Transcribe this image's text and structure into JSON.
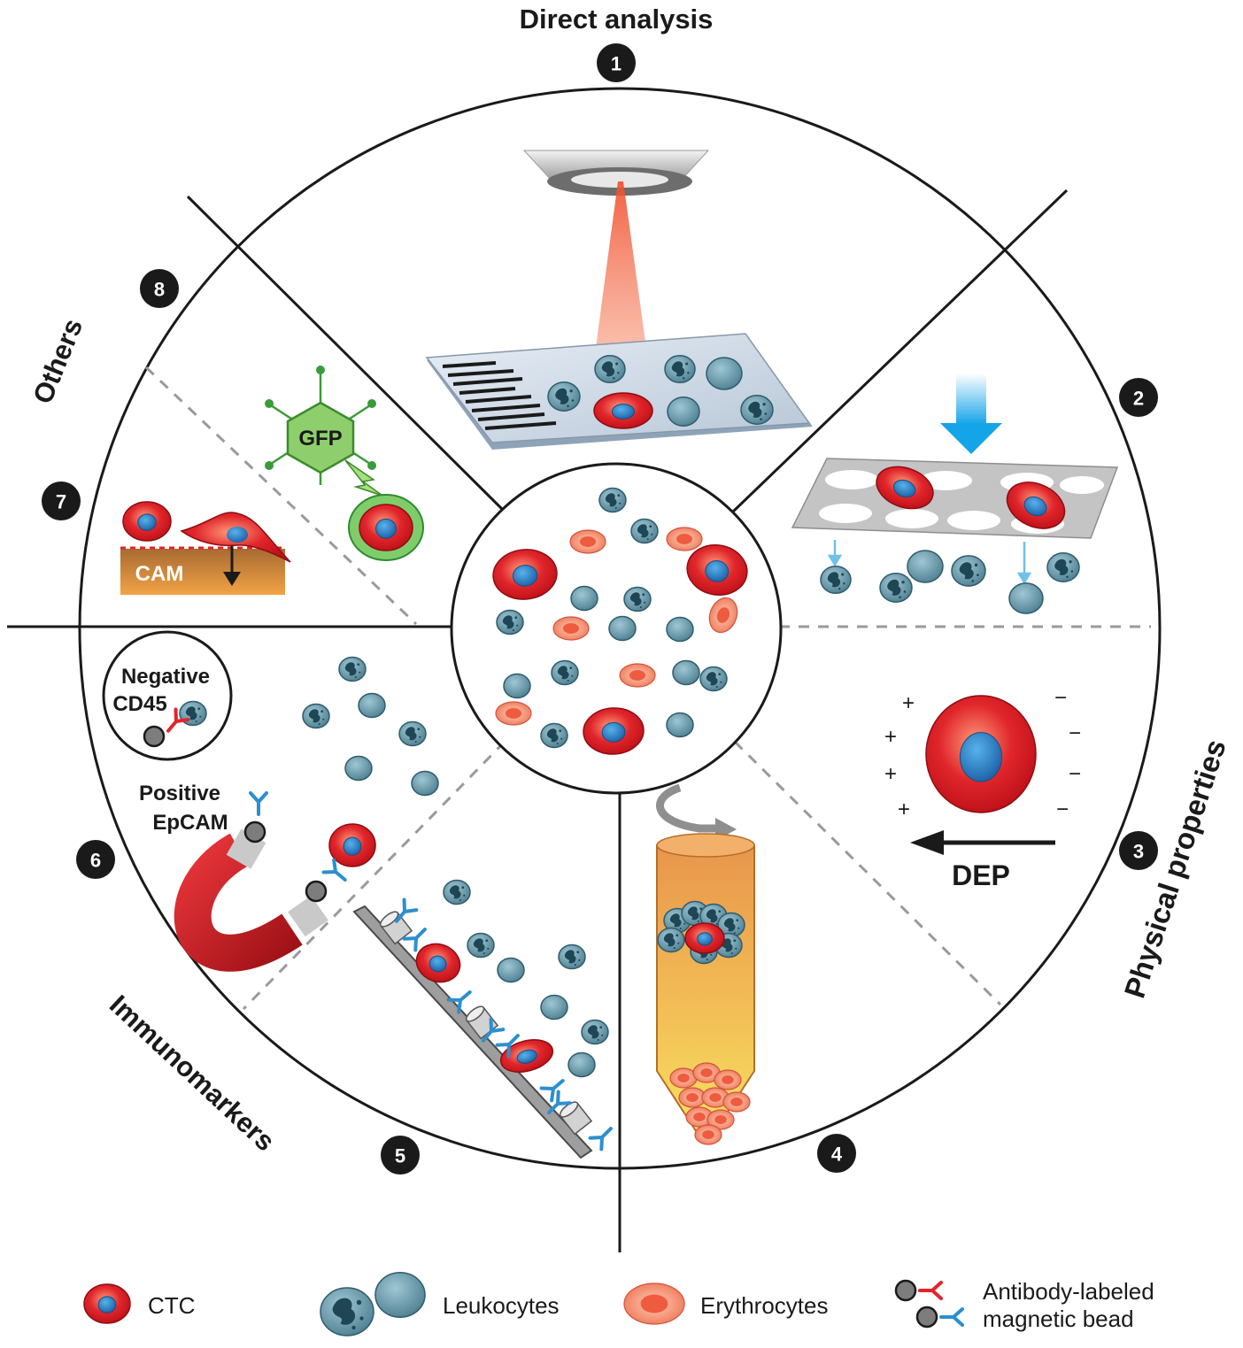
{
  "section_titles": {
    "direct": "Direct analysis",
    "physical": "Physical properties",
    "immuno": "Immunomarkers",
    "others": "Others"
  },
  "step_numbers": [
    "1",
    "2",
    "3",
    "4",
    "5",
    "6",
    "7",
    "8"
  ],
  "labels": {
    "dep": "DEP",
    "cam": "CAM",
    "gfp": "GFP",
    "negative": "Negative",
    "cd45": "CD45",
    "positive": "Positive",
    "epcam": "EpCAM",
    "plus": "+",
    "minus": "−"
  },
  "legend": {
    "ctc": "CTC",
    "leukocytes": "Leukocytes",
    "erythrocytes": "Erythrocytes",
    "bead_line1": "Antibody-labeled",
    "bead_line2": "magnetic bead"
  },
  "colors": {
    "ctc_red": "#d81e24",
    "nucleus_blue": "#1f74bb",
    "leukocyte_teal": "#5b8fa0",
    "erythrocyte": "#f27b5f",
    "antibody_red": "#e3242b",
    "antibody_blue": "#2b8fd0",
    "arrow_blue": "#1aa9e6",
    "gfp_green": "#6dbf4a"
  }
}
